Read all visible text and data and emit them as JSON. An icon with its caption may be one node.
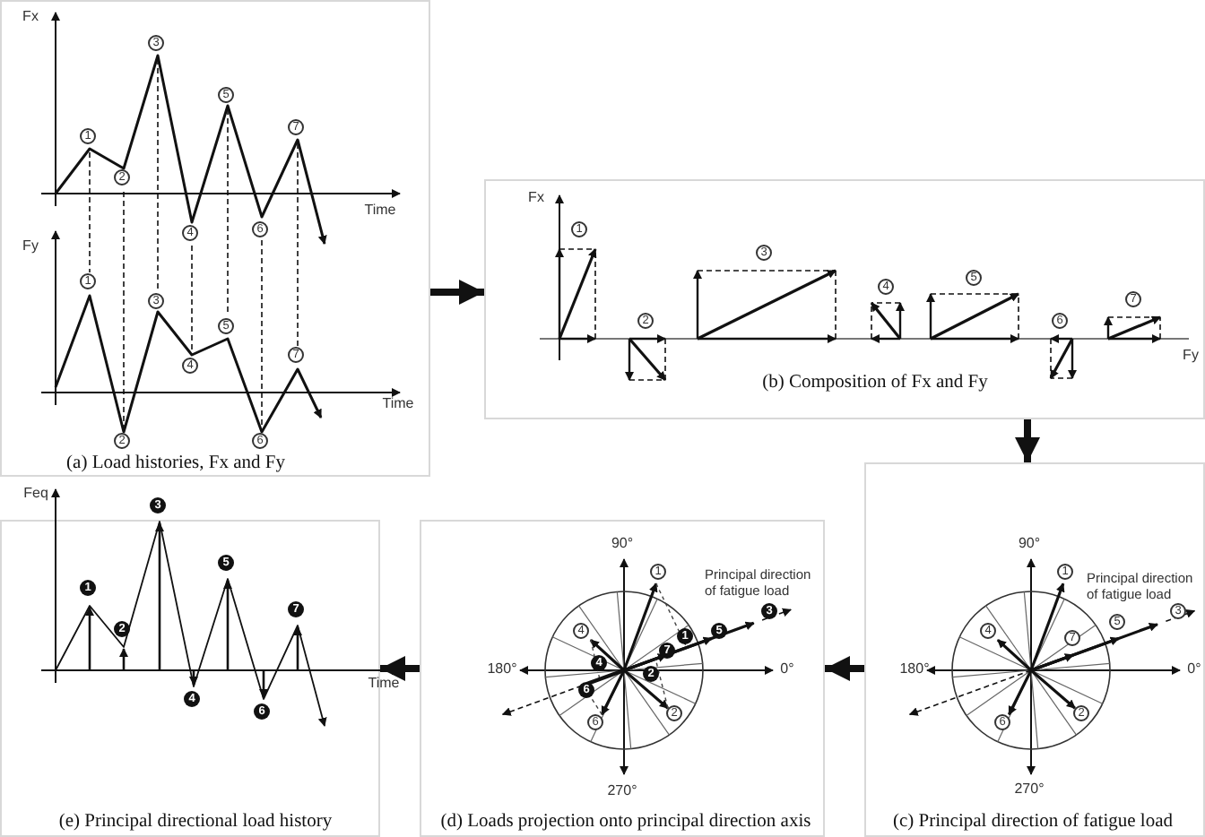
{
  "diagram": {
    "nodes": [
      {
        "text": [
          "(a) Load histories, Fx and Fy"
        ]
      },
      {
        "text": [
          "(b) Composition of Fx and Fy"
        ]
      },
      {
        "text": [
          "(c) Principal direction of fatigue load"
        ]
      },
      {
        "text": [
          "(d) Loads projection onto principal direction axis"
        ]
      },
      {
        "text": [
          "(e) Principal directional load history"
        ]
      }
    ],
    "edges": [
      {
        "from": 0,
        "to": 1,
        "arrow": "to"
      },
      {
        "from": 1,
        "to": 2,
        "arrow": "to"
      },
      {
        "from": 2,
        "to": 3,
        "arrow": "to"
      },
      {
        "from": 3,
        "to": 4,
        "arrow": "to"
      }
    ],
    "labels": [
      "Fx",
      "1",
      "2",
      "3",
      "4",
      "5",
      "6",
      "7",
      "Time",
      "Fy",
      "1",
      "2",
      "3",
      "4",
      "5",
      "6",
      "7",
      "Time",
      "Fx",
      "1",
      "2",
      "3",
      "4",
      "5",
      "6",
      "7",
      "Fy",
      "90°",
      "1",
      "Principal direction of fatigue load",
      "4",
      "7",
      "5",
      "3",
      "180°",
      "0°",
      "2",
      "6",
      "270°",
      "90°",
      "1",
      "Principal direction of fatigue load",
      "3",
      "4",
      "5",
      "1",
      "7",
      "180°",
      "4",
      "2",
      "0°",
      "6",
      "2",
      "6",
      "270°",
      "Feq",
      "3",
      "1",
      "5",
      "7",
      "2",
      "Time",
      "4",
      "6"
    ]
  }
}
